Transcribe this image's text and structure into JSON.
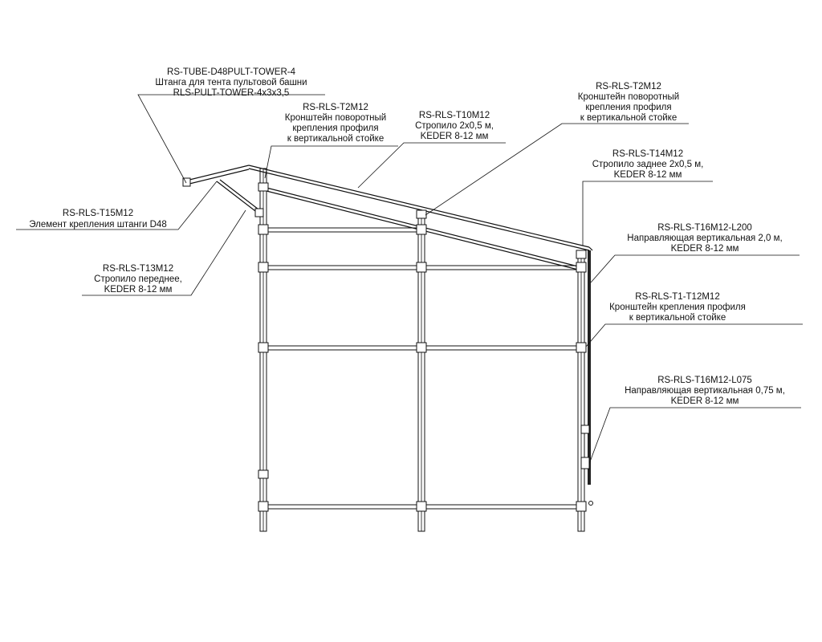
{
  "labels": {
    "tube_pult_tower": {
      "code": "RS-TUBE-D48PULT-TOWER-4",
      "line2": "Штанга для тента пультовой башни",
      "line3": "RLS-PULT-TOWER-4x3x3,5"
    },
    "t2m12_left": {
      "code": "RS-RLS-T2M12",
      "line2": "Кронштейн поворотный",
      "line3": "крепления профиля",
      "line4": "к вертикальной стойке"
    },
    "t10m12": {
      "code": "RS-RLS-T10M12",
      "line2": "Стропило 2х0,5 м,",
      "line3": "KEDER 8-12 мм"
    },
    "t2m12_right": {
      "code": "RS-RLS-T2M12",
      "line2": "Кронштейн поворотный",
      "line3": "крепления профиля",
      "line4": "к вертикальной стойке"
    },
    "t14m12": {
      "code": "RS-RLS-T14M12",
      "line2": "Стропило заднее 2х0,5 м,",
      "line3": "KEDER 8-12 мм"
    },
    "t15m12": {
      "code": "RS-RLS-T15M12",
      "line2": "Элемент крепления штанги D48"
    },
    "t13m12": {
      "code": "RS-RLS-T13M12",
      "line2": "Стропило переднее,",
      "line3": "KEDER 8-12 мм"
    },
    "t16m12_l200": {
      "code": "RS-RLS-T16M12-L200",
      "line2": "Направляющая вертикальная 2,0 м,",
      "line3": "KEDER 8-12 мм"
    },
    "t1_t12m12": {
      "code": "RS-RLS-T1-T12M12",
      "line2": "Кронштейн крепления профиля",
      "line3": "к вертикальной стойке"
    },
    "t16m12_l075": {
      "code": "RS-RLS-T16M12-L075",
      "line2": "Направляющая вертикальная 0,75 м,",
      "line3": "KEDER 8-12 мм"
    }
  }
}
